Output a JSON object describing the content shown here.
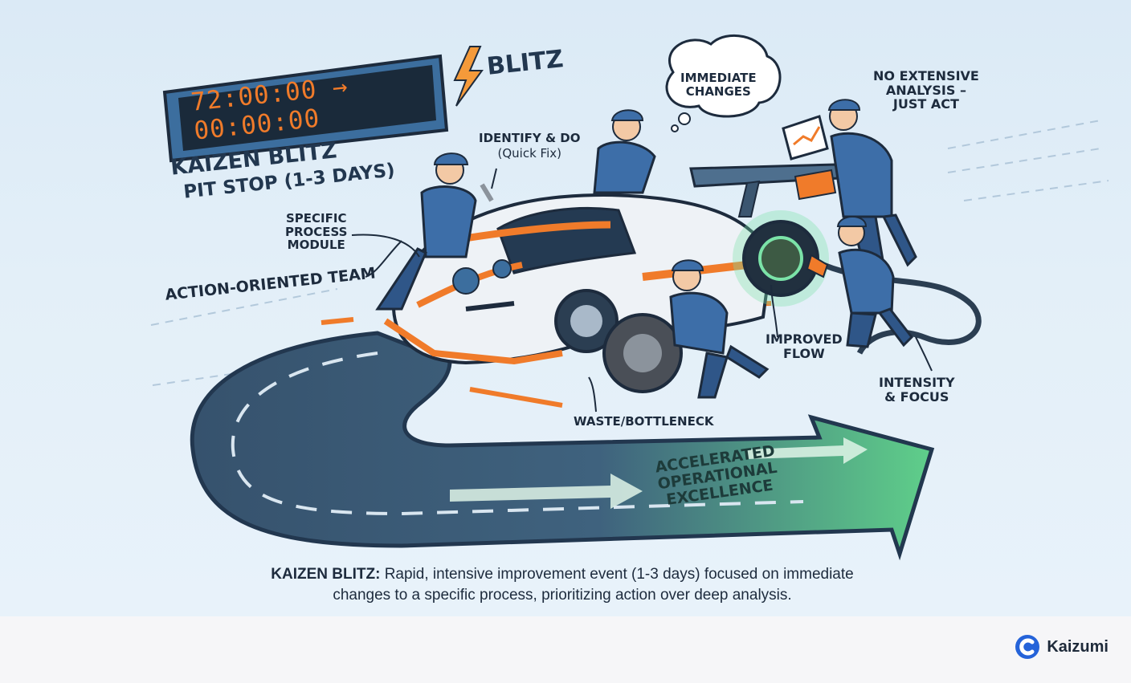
{
  "timer": {
    "display": "72:00:00 → 00:00:00"
  },
  "blitz_label": "BLITZ",
  "title": {
    "main": "KAIZEN BLITZ",
    "sub": "PIT STOP (1-3 DAYS)"
  },
  "labels": {
    "specific_process": [
      "SPECIFIC",
      "PROCESS",
      "MODULE"
    ],
    "action_team": "ACTION-ORIENTED TEAM",
    "identify_do": "IDENTIFY & DO",
    "quick_fix": "(Quick Fix)",
    "immediate_changes": [
      "IMMEDIATE",
      "CHANGES"
    ],
    "no_analysis": [
      "NO EXTENSIVE",
      "ANALYSIS –",
      "JUST ACT"
    ],
    "improved_flow": [
      "IMPROVED",
      "FLOW"
    ],
    "intensity_focus": [
      "INTENSITY",
      "& FOCUS"
    ],
    "waste": "WASTE/BOTTLENECK",
    "accelerated": [
      "ACCELERATED",
      "OPERATIONAL",
      "EXCELLENCE"
    ]
  },
  "caption": {
    "term": "KAIZEN BLITZ:",
    "line1": "Rapid, intensive improvement event (1-3 days) focused on immediate",
    "line2": "changes to a specific process, prioritizing action over deep analysis."
  },
  "brand": {
    "name": "Kaizumi"
  },
  "colors": {
    "accent_orange": "#f07b2a",
    "navy": "#22374f",
    "uniform_blue": "#3d6ea8",
    "green_arrow": "#5fcf8a",
    "road": "#3b5670"
  }
}
